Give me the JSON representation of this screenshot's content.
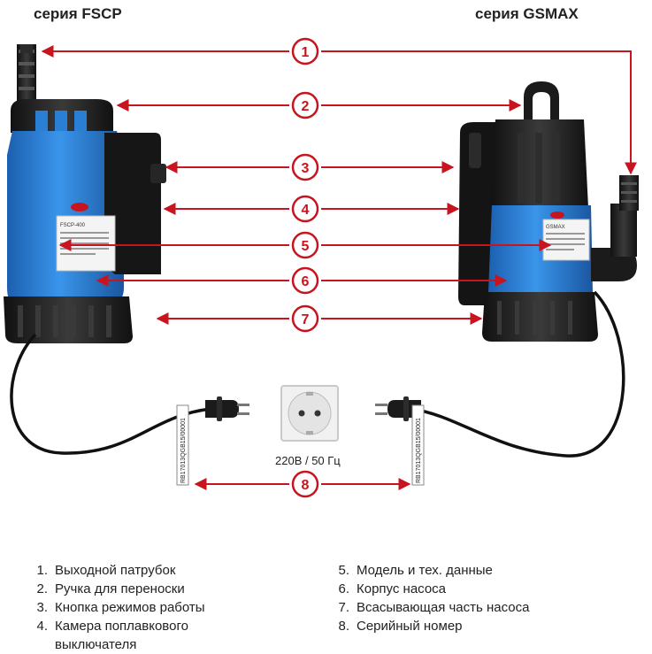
{
  "titles": {
    "left": "серия FSCP",
    "right": "серия GSMAX"
  },
  "callouts": [
    "1",
    "2",
    "3",
    "4",
    "5",
    "6",
    "7",
    "8"
  ],
  "pump_labels": {
    "left_model": "FSCP-400",
    "right_model": "GSMAX"
  },
  "serial_numbers": {
    "left": "RB17013QGB15/00001",
    "right": "RB17013QGB15/00001"
  },
  "socket_label": "220В / 50 Гц",
  "legend_left": [
    {
      "num": "1.",
      "text": "Выходной патрубок"
    },
    {
      "num": "2.",
      "text": "Ручка для переноски"
    },
    {
      "num": "3.",
      "text": "Кнопка режимов работы"
    },
    {
      "num": "4.",
      "text": "Камера поплавкового выключателя"
    }
  ],
  "legend_right": [
    {
      "num": "5.",
      "text": "Модель и тех. данные"
    },
    {
      "num": "6.",
      "text": "Корпус насоса"
    },
    {
      "num": "7.",
      "text": "Всасывающая часть насоса"
    },
    {
      "num": "8.",
      "text": "Серийный номер"
    }
  ],
  "colors": {
    "arrow": "#c8141e",
    "pump_blue": "#2a7fd4",
    "pump_black": "#1b1b1b"
  }
}
